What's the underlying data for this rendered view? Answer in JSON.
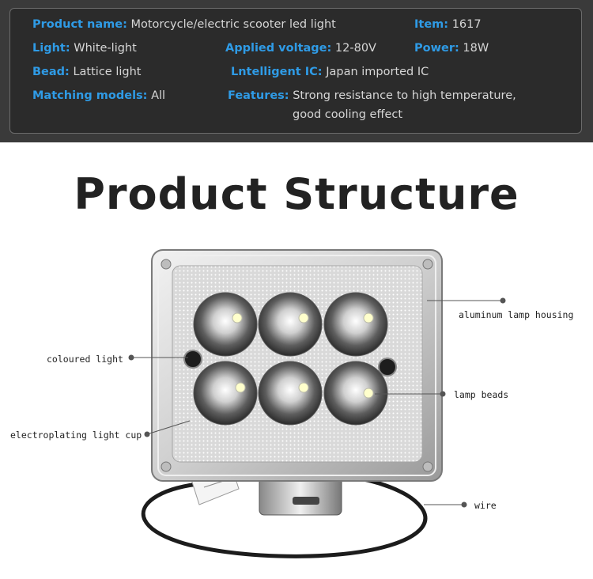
{
  "specs": {
    "product_name": {
      "key": "Product name:",
      "value": "Motorcycle/electric scooter led light"
    },
    "item": {
      "key": "Item:",
      "value": "1617"
    },
    "light": {
      "key": "Light:",
      "value": "White-light"
    },
    "applied_voltage": {
      "key": "Applied voltage:",
      "value": "12-80V"
    },
    "power": {
      "key": "Power:",
      "value": "18W"
    },
    "bead": {
      "key": "Bead:",
      "value": "Lattice light"
    },
    "intelligent_ic": {
      "key": "Lntelligent IC:",
      "value": "Japan imported IC"
    },
    "matching_models": {
      "key": "Matching models:",
      "value": "All"
    },
    "features": {
      "key": "Features:",
      "value_line1": "Strong resistance to high temperature,",
      "value_line2": "good cooling effect"
    }
  },
  "title": "Product Structure",
  "callouts": {
    "housing": "aluminum lamp housing",
    "coloured_light": "coloured light",
    "lamp_beads": "lamp beads",
    "light_cup": "electroplating light cup",
    "wire": "wire"
  },
  "colors": {
    "accent": "#2f9be6",
    "band": "#3a3a3a",
    "text_light": "#d6d6d6"
  }
}
